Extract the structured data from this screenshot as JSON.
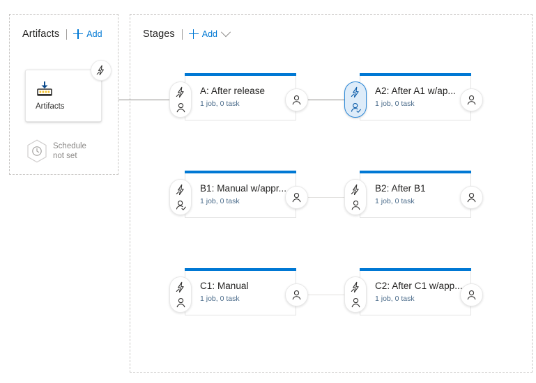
{
  "artifacts_panel": {
    "title": "Artifacts",
    "add_label": "Add",
    "card": {
      "label": "Artifacts",
      "icon": "artifact-drop-icon",
      "corner_icon": "lightning-bolt-icon"
    },
    "schedule": {
      "line1": "Schedule",
      "line2": "not set",
      "icon": "clock-hexagon-icon"
    }
  },
  "stages_panel": {
    "title": "Stages",
    "add_label": "Add",
    "has_dropdown": true
  },
  "colors": {
    "accent": "#0078d4",
    "stage_top_bar": "#0078d4",
    "selected_pill_bg": "#deecf9",
    "selected_pill_border": "#2b88d8",
    "edge": "#e1dfdd",
    "edge_highlight": "#8a8886",
    "subtitle": "#4a6b8a",
    "muted": "#8a8886",
    "panel_border": "#c8c6c4"
  },
  "stages": [
    {
      "id": "stage-a",
      "title": "A: After release",
      "subtitle": "1 job, 0 task",
      "pre_icons": [
        "lightning-bolt-icon",
        "person-icon"
      ],
      "post_icons": [
        "person-icon"
      ],
      "pre_selected": false,
      "row": 0,
      "col": 0
    },
    {
      "id": "stage-a2",
      "title": "A2: After A1 w/ap...",
      "subtitle": "1 job, 0 task",
      "pre_icons": [
        "lightning-bolt-icon",
        "person-check-icon"
      ],
      "post_icons": [
        "person-icon"
      ],
      "pre_selected": true,
      "row": 0,
      "col": 1
    },
    {
      "id": "stage-b1",
      "title": "B1: Manual w/appr...",
      "subtitle": "1 job, 0 task",
      "pre_icons": [
        "lightning-bolt-icon",
        "person-check-icon"
      ],
      "post_icons": [
        "person-icon"
      ],
      "pre_selected": false,
      "row": 1,
      "col": 0
    },
    {
      "id": "stage-b2",
      "title": "B2: After B1",
      "subtitle": "1 job, 0 task",
      "pre_icons": [
        "lightning-bolt-icon",
        "person-icon"
      ],
      "post_icons": [
        "person-icon"
      ],
      "pre_selected": false,
      "row": 1,
      "col": 1
    },
    {
      "id": "stage-c1",
      "title": "C1: Manual",
      "subtitle": "1 job, 0 task",
      "pre_icons": [
        "lightning-bolt-icon",
        "person-icon"
      ],
      "post_icons": [
        "person-icon"
      ],
      "pre_selected": false,
      "row": 2,
      "col": 0
    },
    {
      "id": "stage-c2",
      "title": "C2: After C1 w/app...",
      "subtitle": "1 job, 0 task",
      "pre_icons": [
        "lightning-bolt-icon",
        "person-icon"
      ],
      "post_icons": [
        "person-icon"
      ],
      "pre_selected": false,
      "row": 2,
      "col": 1
    }
  ]
}
